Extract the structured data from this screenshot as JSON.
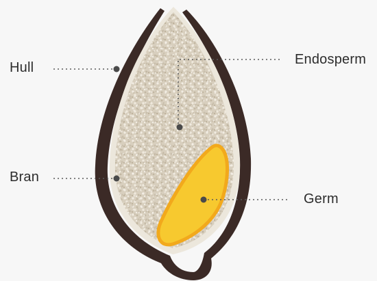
{
  "diagram": {
    "labels": {
      "hull": "Hull",
      "bran": "Bran",
      "endosperm": "Endosperm",
      "germ": "Germ"
    },
    "colors": {
      "background": "#f7f7f7",
      "hull": "#3b2a26",
      "bran": "#e9e3d6",
      "endosperm": "#d8cfbe",
      "germ_fill": "#f7c92f",
      "germ_edge": "#f2a91c",
      "leader_line": "#5a5a5a",
      "marker": "#4a4a4a"
    }
  }
}
